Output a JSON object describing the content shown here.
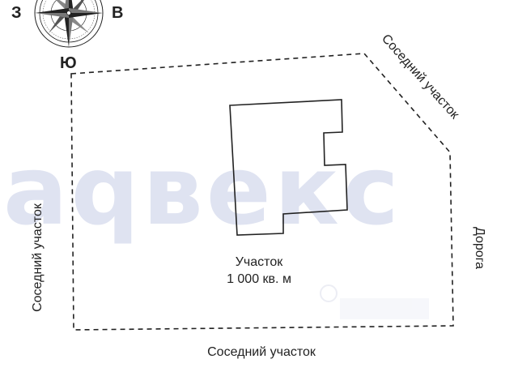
{
  "watermark": {
    "text": "аqвекс"
  },
  "compass": {
    "west": "З",
    "east": "В",
    "south": "Ю"
  },
  "plot": {
    "name": "Участок",
    "area": "1 000 кв. м"
  },
  "neighbors": {
    "top_right": "Соседний участок",
    "left": "Соседний участок",
    "bottom": "Соседний участок",
    "right_road": "Дорога"
  },
  "colors": {
    "line": "#222222",
    "watermark": "#dfe3f1"
  }
}
